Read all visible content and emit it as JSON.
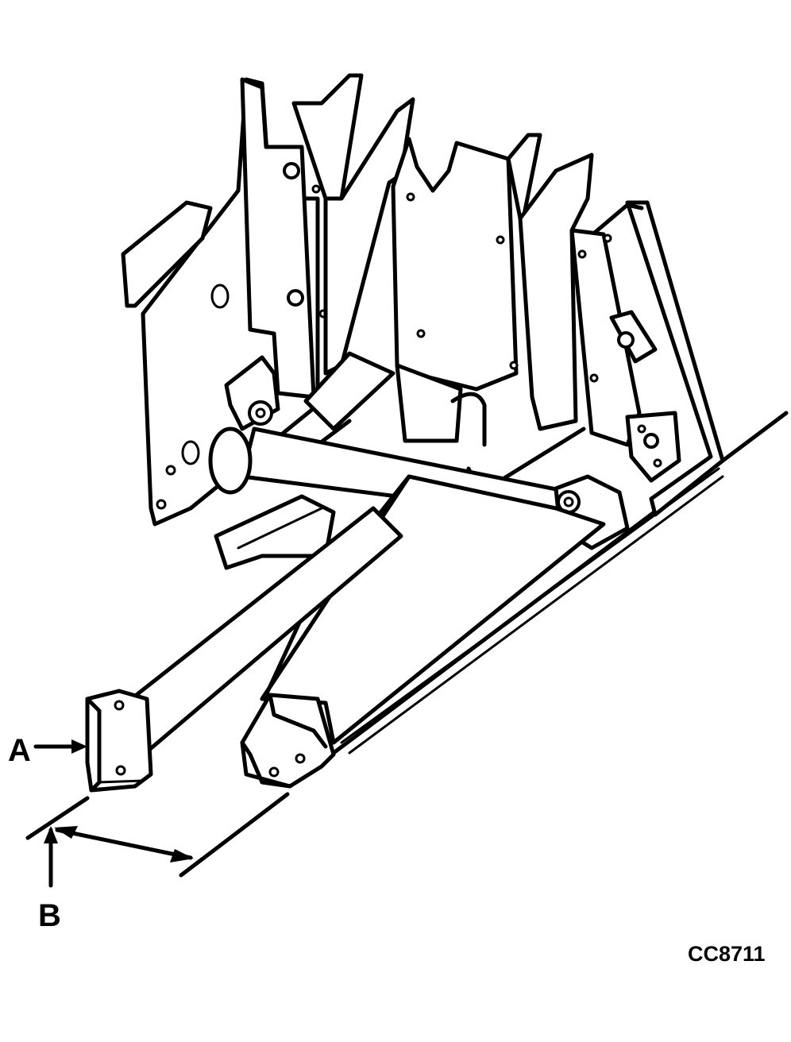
{
  "labels": {
    "callout_a": "A",
    "callout_b": "B",
    "figure_id": "CC8711"
  },
  "colors": {
    "line": "#000000",
    "background": "#ffffff"
  }
}
